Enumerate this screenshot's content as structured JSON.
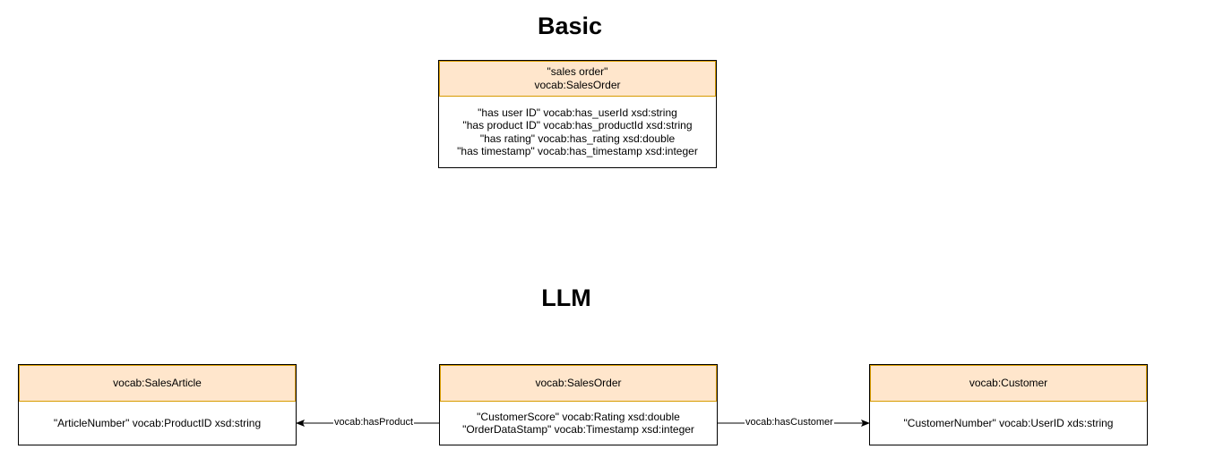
{
  "basic": {
    "heading": "Basic",
    "class_box": {
      "header_lines": [
        "\"sales order\"",
        "vocab:SalesOrder"
      ],
      "properties": [
        "\"has user ID\" vocab:has_userId xsd:string",
        "\"has product ID\" vocab:has_productId xsd:string",
        "\"has rating\" vocab:has_rating xsd:double",
        "\"has timestamp\" vocab:has_timestamp xsd:integer"
      ]
    }
  },
  "llm": {
    "heading": "LLM",
    "sales_article": {
      "header": "vocab:SalesArticle",
      "properties": [
        "\"ArticleNumber\" vocab:ProductID xsd:string"
      ]
    },
    "sales_order": {
      "header": "vocab:SalesOrder",
      "properties": [
        "\"CustomerScore\" vocab:Rating xsd:double",
        "\"OrderDataStamp\" vocab:Timestamp xsd:integer"
      ]
    },
    "customer": {
      "header": "vocab:Customer",
      "properties": [
        "\"CustomerNumber\" vocab:UserID xds:string"
      ]
    },
    "edges": {
      "has_product": "vocab:hasProduct",
      "has_customer": "vocab:hasCustomer"
    }
  },
  "colors": {
    "header_fill": "#ffe6cc",
    "header_border": "#d79b00",
    "line": "#000000"
  }
}
